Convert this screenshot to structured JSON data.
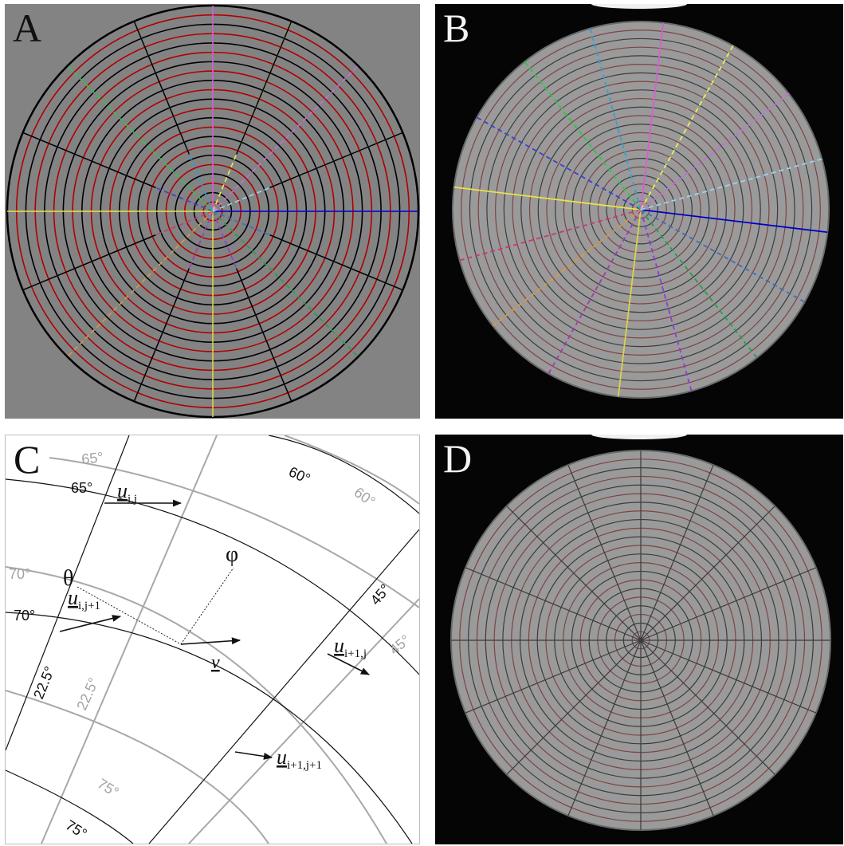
{
  "panels": {
    "a": {
      "label": "A"
    },
    "b": {
      "label": "B"
    },
    "c": {
      "label": "C"
    },
    "d": {
      "label": "D"
    }
  },
  "diagram_c": {
    "theta_symbol": "θ",
    "phi_symbol": "φ",
    "velocity_label": "v",
    "vectors": {
      "u_ij": {
        "base": "u",
        "subscript": "i,j"
      },
      "u_ij1": {
        "base": "u",
        "subscript": "i,j+1"
      },
      "u_i1j": {
        "base": "u",
        "subscript": "i+1,j"
      },
      "u_i1j1": {
        "base": "u",
        "subscript": "i+1,j+1"
      }
    },
    "black_theta_labels": [
      "65°",
      "70°",
      "75°"
    ],
    "black_phi_labels": [
      "60°",
      "45°",
      "22.5°"
    ],
    "gray_theta_labels": [
      "65°",
      "70°",
      "75°",
      "60°"
    ],
    "gray_phi_labels": [
      "45°",
      "22.5°"
    ]
  },
  "colors": {
    "ring_red": "#b00000",
    "ring_black": "#000000",
    "panel_a_bg": "#838383",
    "disc_gray": "#8e8e8e",
    "photo_bg": "#050505",
    "gray_grid": "#a8a8a8",
    "spoke_colors": [
      "#0000c8",
      "#3c6fb9",
      "#1fa04e",
      "#8f3bd8",
      "#d9d24c",
      "#a23ab0",
      "#d89a3c",
      "#c43a77",
      "#e8e24a",
      "#3f3fd0",
      "#25c94a",
      "#2f9fd6",
      "#d65fd1",
      "#e7ef52",
      "#c06fe0",
      "#9ad4ef"
    ]
  }
}
